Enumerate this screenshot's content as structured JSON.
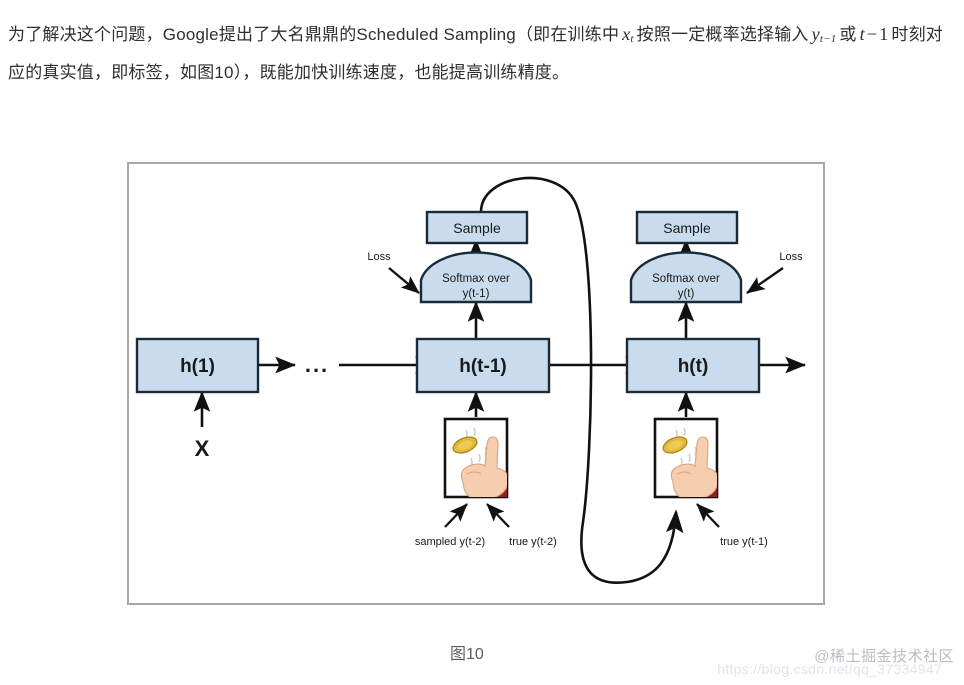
{
  "article": {
    "paragraph_part1": "为了解决这个问题，Google提出了大名鼎鼎的Scheduled Sampling（即在训练中",
    "math1_base": "x",
    "math1_sub": "t",
    "paragraph_part2": "按照一定概率选择输入",
    "math2_base": "y",
    "math2_sub": "t−1",
    "paragraph_part3": "或",
    "math3_var": "t",
    "math3_op": "−",
    "math3_num": "1",
    "paragraph_part4": "时刻对应的真实值，即标签，如图10），既能加快训练速度，也能提高训练精度。"
  },
  "figure": {
    "caption": "图10",
    "nodes": {
      "h1": "h(1)",
      "ellipsis": "...",
      "h_t_minus_1": "h(t-1)",
      "h_t": "h(t)",
      "sample_left": "Sample",
      "sample_right": "Sample",
      "softmax_left_line1": "Softmax over",
      "softmax_left_line2": "y(t-1)",
      "softmax_right_line1": "Softmax over",
      "softmax_right_line2": "y(t)",
      "input_x": "X"
    },
    "annotations": {
      "loss_left": "Loss",
      "loss_right": "Loss",
      "sampled_y_t_minus_2": "sampled y(t-2)",
      "true_y_t_minus_2": "true y(t-2)",
      "true_y_t_minus_1": "true y(t-1)"
    },
    "colors": {
      "node_fill": "#c9dcee",
      "node_stroke": "#1a2a38",
      "frame_stroke": "#a8a8a8",
      "arrow": "#111111",
      "coin": "#e3b93a",
      "skin": "#f6cdaf",
      "sleeve": "#8d2028"
    }
  },
  "watermark": {
    "brand": "@稀土掘金技术社区",
    "url": "https://blog.csdn.net/qq_37334947"
  }
}
